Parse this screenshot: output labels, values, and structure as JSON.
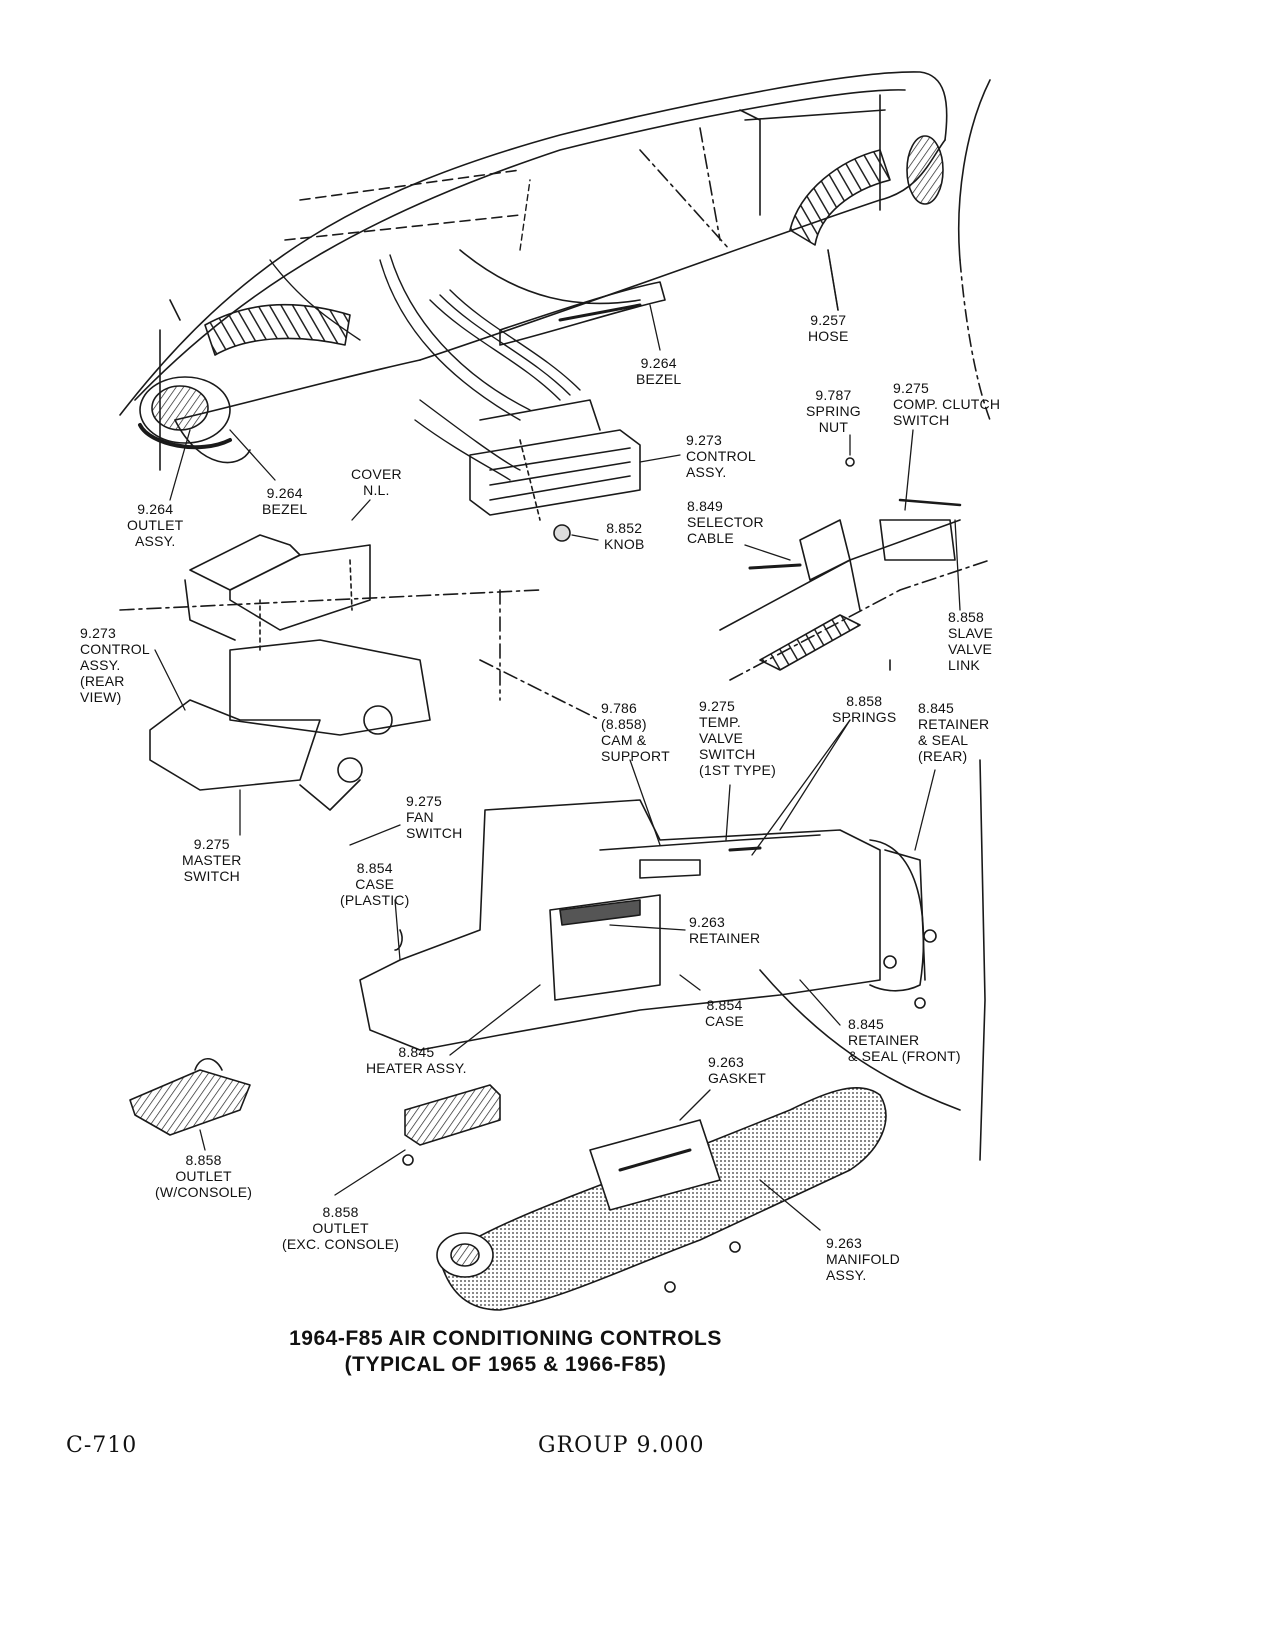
{
  "labels": {
    "hose": [
      "9.257",
      "HOSE"
    ],
    "bezel_top": [
      "9.264",
      "BEZEL"
    ],
    "spring_nut": [
      "9.787",
      "SPRING",
      "NUT"
    ],
    "comp_clutch_switch": [
      "9.275",
      "COMP. CLUTCH",
      "SWITCH"
    ],
    "control_assy_front": [
      "9.273",
      "CONTROL",
      "ASSY."
    ],
    "cover": [
      "COVER",
      "N.L."
    ],
    "outlet_assy": [
      "9.264",
      "OUTLET",
      "ASSY."
    ],
    "bezel_left": [
      "9.264",
      "BEZEL"
    ],
    "selector_cable": [
      "8.849",
      "SELECTOR",
      "CABLE"
    ],
    "knob": [
      "8.852",
      "KNOB"
    ],
    "control_assy_rear": [
      "9.273",
      "CONTROL",
      "ASSY.",
      "(REAR",
      "VIEW)"
    ],
    "slave_valve_link": [
      "8.858",
      "SLAVE",
      "VALVE",
      "LINK"
    ],
    "cam_support": [
      "9.786",
      "(8.858)",
      "CAM &",
      "SUPPORT"
    ],
    "temp_valve_switch": [
      "9.275",
      "TEMP.",
      "VALVE",
      "SWITCH",
      "(1ST TYPE)"
    ],
    "springs": [
      "8.858",
      "SPRINGS"
    ],
    "retainer_seal_rear": [
      "8.845",
      "RETAINER",
      "& SEAL",
      "(REAR)"
    ],
    "fan_switch": [
      "9.275",
      "FAN",
      "SWITCH"
    ],
    "master_switch": [
      "9.275",
      "MASTER",
      "SWITCH"
    ],
    "case_plastic": [
      "8.854",
      "CASE",
      "(PLASTIC)"
    ],
    "retainer": [
      "9.263",
      "RETAINER"
    ],
    "case": [
      "8.854",
      "CASE"
    ],
    "retainer_seal_front": [
      "8.845",
      "RETAINER",
      "& SEAL (FRONT)"
    ],
    "heater_assy": [
      "8.845",
      "HEATER ASSY."
    ],
    "gasket": [
      "9.263",
      "GASKET"
    ],
    "outlet_console": [
      "8.858",
      "OUTLET",
      "(W/CONSOLE)"
    ],
    "outlet_exc_console": [
      "8.858",
      "OUTLET",
      "(EXC. CONSOLE)"
    ],
    "manifold_assy": [
      "9.263",
      "MANIFOLD",
      "ASSY."
    ]
  },
  "title": {
    "line1": "1964-F85 AIR CONDITIONING CONTROLS",
    "line2": "(TYPICAL OF 1965 & 1966-F85)"
  },
  "footer": {
    "page": "C-710",
    "group": "GROUP 9.000"
  }
}
